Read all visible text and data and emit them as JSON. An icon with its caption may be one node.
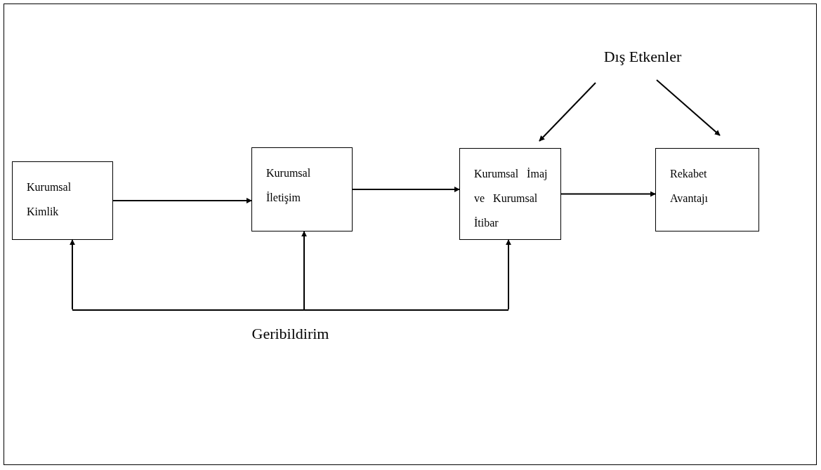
{
  "diagram": {
    "nodes": [
      {
        "text": [
          "Kurumsal Kimlik"
        ]
      },
      {
        "text": [
          "Kurumsal İletişim"
        ]
      },
      {
        "text": [
          "Kurumsal İmaj ve Kurumsal İtibar"
        ]
      },
      {
        "text": [
          "Rekabet Avantajı"
        ]
      },
      {
        "text": [
          "Dış Etkenler"
        ]
      },
      {
        "text": [
          "Geribildirim"
        ]
      }
    ],
    "edges": [
      {
        "from": 0,
        "to": 1,
        "arrow": "to"
      },
      {
        "from": 1,
        "to": 2,
        "arrow": "to"
      },
      {
        "from": 2,
        "to": 3,
        "arrow": "to"
      },
      {
        "from": 4,
        "to": 2,
        "arrow": "to"
      },
      {
        "from": 4,
        "to": 3,
        "arrow": "to"
      },
      {
        "from": 5,
        "to": 0,
        "arrow": "to"
      },
      {
        "from": 5,
        "to": 1,
        "arrow": "to"
      },
      {
        "from": 5,
        "to": 2,
        "arrow": "to"
      }
    ]
  }
}
